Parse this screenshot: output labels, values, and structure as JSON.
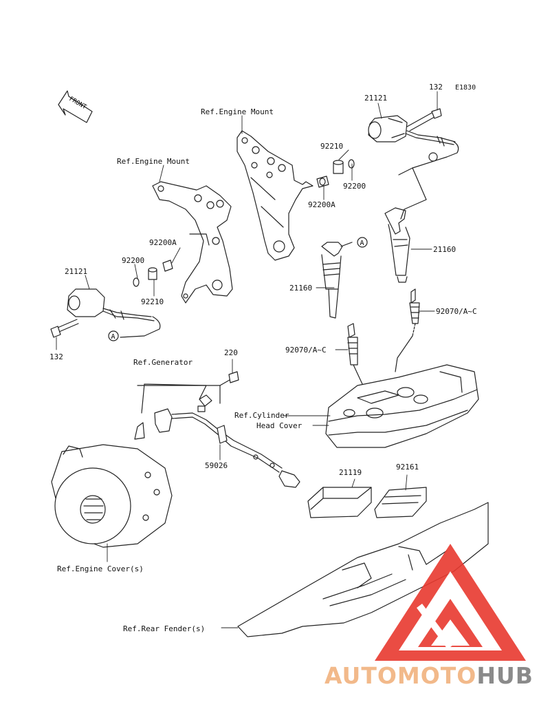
{
  "diagram": {
    "code": "E1830",
    "front_label": "FRONT",
    "callout_letter": "A",
    "labels": {
      "ref_engine_mount_1": "Ref.Engine Mount",
      "ref_engine_mount_2": "Ref.Engine Mount",
      "ref_generator": "Ref.Generator",
      "ref_cylinder": "Ref.Cylinder",
      "head_cover": "Head Cover",
      "ref_engine_cover": "Ref.Engine Cover(s)",
      "ref_rear_fender": "Ref.Rear Fender(s)"
    },
    "parts": {
      "p132_top": "132",
      "p21121_top": "21121",
      "p92210_top": "92210",
      "p92200_top": "92200",
      "p92200A_top": "92200A",
      "p21160_right": "21160",
      "p92070_right": "92070/A~C",
      "p21160_left": "21160",
      "p92070_left": "92070/A~C",
      "p92200A_left": "92200A",
      "p92200_left": "92200",
      "p21121_left": "21121",
      "p92210_left": "92210",
      "p132_left": "132",
      "p220": "220",
      "p59026": "59026",
      "p21119": "21119",
      "p92161": "92161"
    }
  },
  "watermark": {
    "text_auto": "AUTO",
    "text_moto": "MOTO",
    "text_hub": "HUB",
    "colors": {
      "auto": "#f2b98a",
      "moto": "#f2b98a",
      "hub": "#8a8a8a",
      "logo": "#e8392f"
    }
  }
}
